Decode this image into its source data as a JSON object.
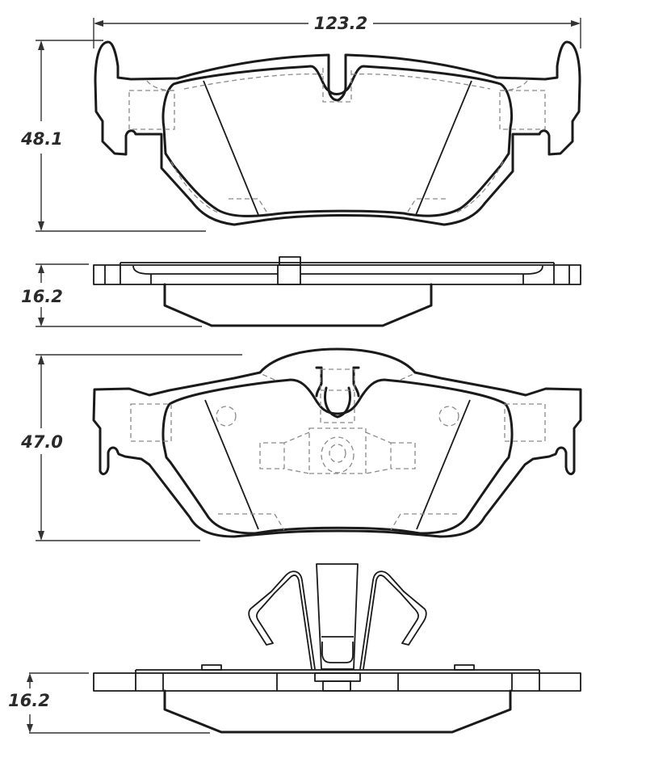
{
  "drawing": {
    "title": "Brake pad technical drawing",
    "units": "mm",
    "colors": {
      "line": "#1a1a1a",
      "hidden_line": "#8a8a8a",
      "dimension": "#333333",
      "background": "#ffffff"
    }
  },
  "dimensions": {
    "width": {
      "label": "123.2",
      "orientation": "horizontal"
    },
    "outer_pad_height": {
      "label": "48.1",
      "orientation": "vertical"
    },
    "outer_pad_thickness": {
      "label": "16.2",
      "orientation": "vertical"
    },
    "inner_pad_height": {
      "label": "47.0",
      "orientation": "vertical"
    },
    "inner_pad_thickness": {
      "label": "16.2",
      "orientation": "vertical"
    }
  },
  "views": [
    {
      "id": "outer-pad-front",
      "description": "Outer pad front view"
    },
    {
      "id": "outer-pad-side",
      "description": "Outer pad edge view"
    },
    {
      "id": "inner-pad-front",
      "description": "Inner pad front view"
    },
    {
      "id": "clip",
      "description": "Retaining clip"
    },
    {
      "id": "inner-pad-side",
      "description": "Inner pad edge view"
    }
  ]
}
